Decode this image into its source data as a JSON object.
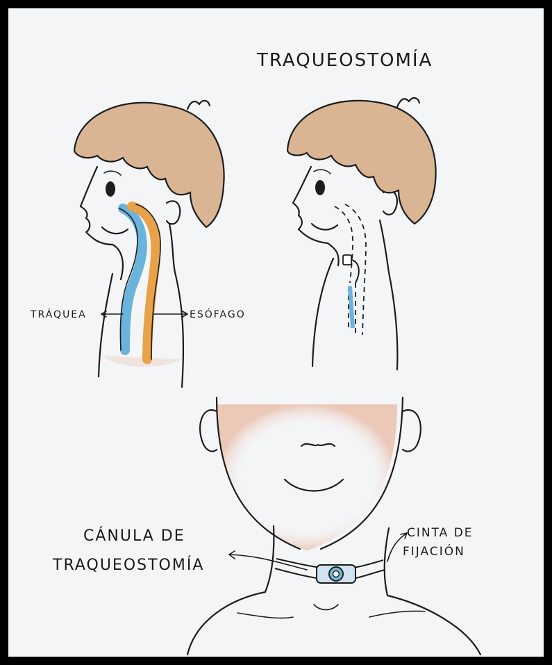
{
  "title": "TRAQUEOSTOMÍA",
  "labels": {
    "trachea": "TRÁQUEA",
    "esophagus": "ESÓFAGO",
    "cannula_line1": "CÁNULA DE",
    "cannula_line2": "TRAQUEOSTOMÍA",
    "tape_line1": "CINTA DE",
    "tape_line2": "FIJACIÓN"
  },
  "colors": {
    "hair": "#c89a72",
    "skin_shade": "#e8bba5",
    "trachea": "#6ab4dc",
    "esophagus": "#e8a24a",
    "cannula": "#7cb8d8"
  }
}
